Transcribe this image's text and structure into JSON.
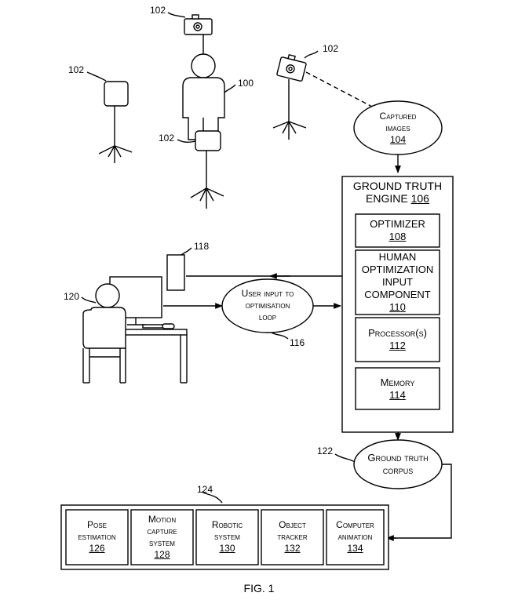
{
  "figure": {
    "caption": "FIG. 1"
  },
  "refs": {
    "camera_left": "102",
    "camera_top": "102",
    "camera_right": "102",
    "camera_mid": "102",
    "subject": "100",
    "workstation": "118",
    "user": "120",
    "loop": "116",
    "corpus": "122",
    "applications": "124"
  },
  "captured_images": {
    "label": "Captured\nimages",
    "number": "104"
  },
  "engine": {
    "label": "Ground truth\nengine",
    "number": "106"
  },
  "optimizer": {
    "label": "Optimizer",
    "number": "108"
  },
  "human_input": {
    "label": "Human\noptimization\ninput\ncomponent",
    "number": "110"
  },
  "processors": {
    "label": "Processor(s)",
    "number": "112"
  },
  "memory": {
    "label": "Memory",
    "number": "114"
  },
  "user_input_loop": {
    "label": "User input to\noptimisation\nloop"
  },
  "corpus": {
    "label": "Ground truth\ncorpus"
  },
  "applications": [
    {
      "label": "Pose\nestimation",
      "number": "126"
    },
    {
      "label": "Motion\ncapture\nsystem",
      "number": "128"
    },
    {
      "label": "Robotic\nsystem",
      "number": "130"
    },
    {
      "label": "Object\ntracker",
      "number": "132"
    },
    {
      "label": "Computer\nanimation",
      "number": "134"
    }
  ]
}
